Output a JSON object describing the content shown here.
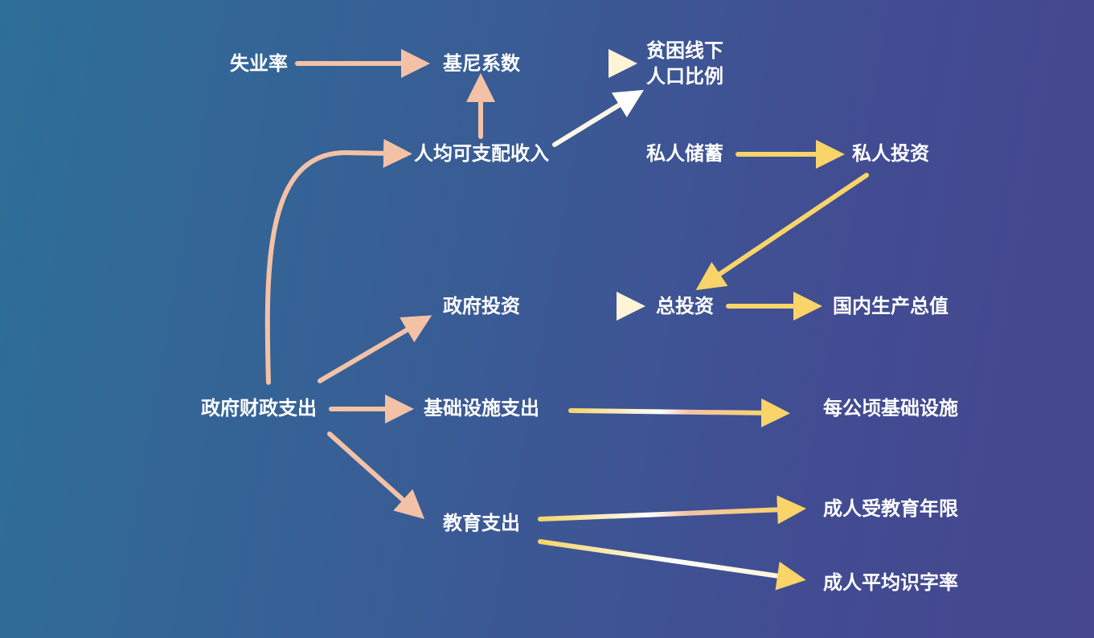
{
  "nodes": {
    "unemployment": "失业率",
    "gini": "基尼系数",
    "poverty": "贫困线下\n人口比例",
    "income": "人均可支配收入",
    "savings": "私人储蓄",
    "private_invest": "私人投资",
    "gov_invest": "政府投资",
    "total_invest": "总投资",
    "gdp": "国内生产总值",
    "fiscal": "政府财政支出",
    "infra_spend": "基础设施支出",
    "infra_per_ha": "每公顷基础设施",
    "edu_spend": "教育支出",
    "edu_years": "成人受教育年限",
    "literacy": "成人平均识字率"
  },
  "colors": {
    "peach": "#f3c2a6",
    "cream": "#fff4d6",
    "gold": "#f8d469",
    "white": "#ffffff"
  }
}
